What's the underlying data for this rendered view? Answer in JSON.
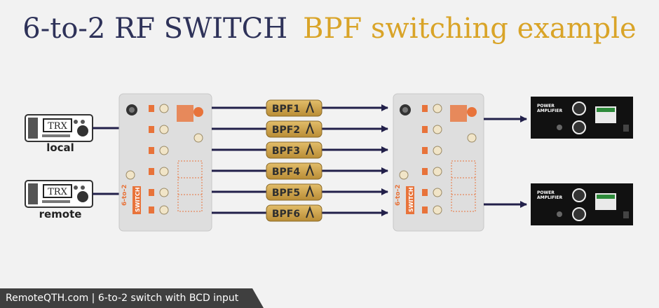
{
  "title": {
    "main": "6-to-2 RF SWITCH",
    "accent": "BPF switching example"
  },
  "radios": [
    {
      "badge": "TRX",
      "label": "local"
    },
    {
      "badge": "TRX",
      "label": "remote"
    }
  ],
  "switch_box": {
    "brand": "SWITCH",
    "model": "6-to-2"
  },
  "filters": [
    "BPF1",
    "BPF2",
    "BPF3",
    "BPF4",
    "BPF5",
    "BPF6"
  ],
  "amplifiers": [
    {
      "label": "POWER\nAMPLIFIER"
    },
    {
      "label": "POWER\nAMPLIFIER"
    }
  ],
  "footer": "RemoteQTH.com | 6-to-2 switch with BCD input",
  "colors": {
    "navy": "#22204a",
    "gold": "#d9a428",
    "orange": "#e8733a",
    "filter_fill": "#c9a34f"
  }
}
